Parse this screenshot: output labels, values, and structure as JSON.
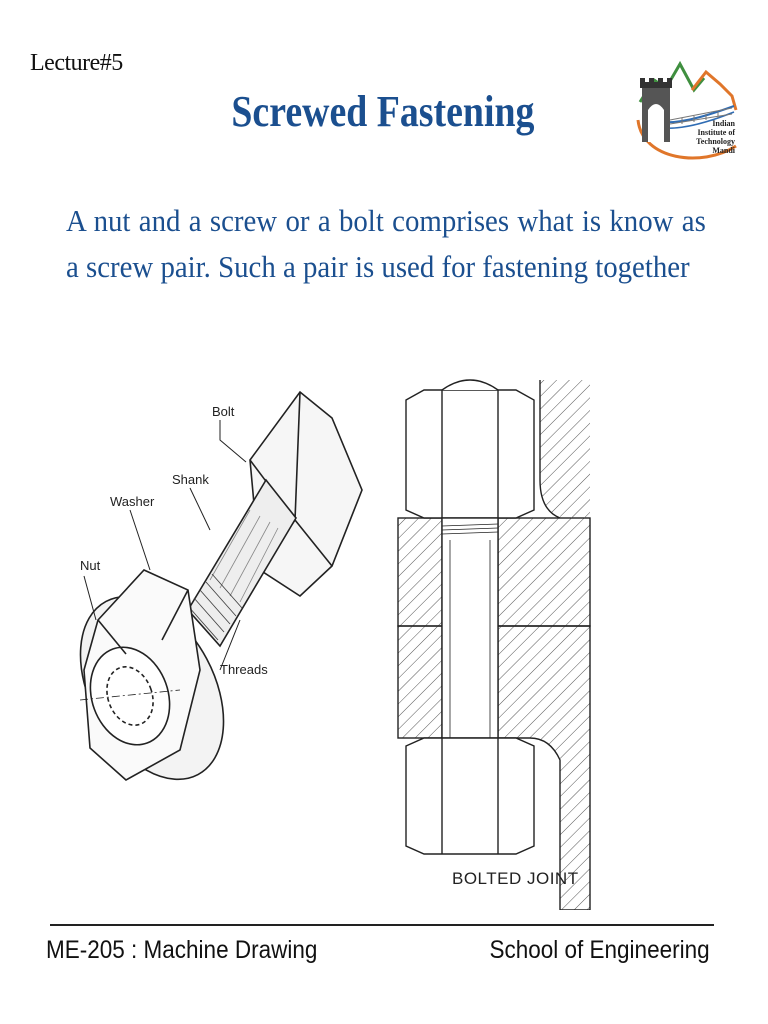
{
  "slide": {
    "lecture_label": "Lecture#5",
    "title": "Screwed Fastening",
    "body": "A nut and a screw or a bolt comprises what is know as a screw pair. Such a pair is used for fastening together",
    "logo": {
      "icon": "iit-mandi-logo-icon",
      "line1": "Indian",
      "line2": "Institute of",
      "line3": "Technology",
      "line4": "Mandi"
    },
    "figure_labels": {
      "bolt": "Bolt",
      "shank": "Shank",
      "washer": "Washer",
      "nut": "Nut",
      "threads": "Threads",
      "caption": "BOLTED JOINT"
    },
    "footer": {
      "course": "ME-205 : Machine Drawing",
      "school": "School of Engineering"
    },
    "colors": {
      "title": "#1b4f8f",
      "logo_green": "#3f8f3f",
      "logo_orange": "#e0762a",
      "logo_blue": "#2f6cb3"
    }
  }
}
